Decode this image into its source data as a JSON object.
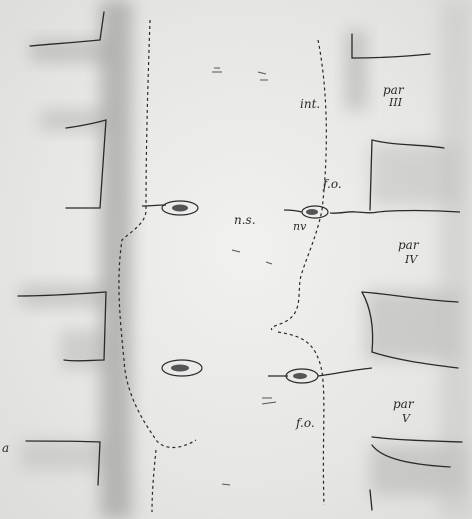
{
  "labels": {
    "int": "int.",
    "fo_upper": "f.o.",
    "ns": "n.s.",
    "nv": "nv",
    "par_III": "par",
    "roman_III": "III",
    "par_IV": "par",
    "roman_IV": "IV",
    "par_V": "par",
    "roman_V": "V",
    "fo_lower": "f.o.",
    "a": "a"
  },
  "colors": {
    "ink": "#2a2a2a",
    "shadow": "#9a9a98"
  }
}
